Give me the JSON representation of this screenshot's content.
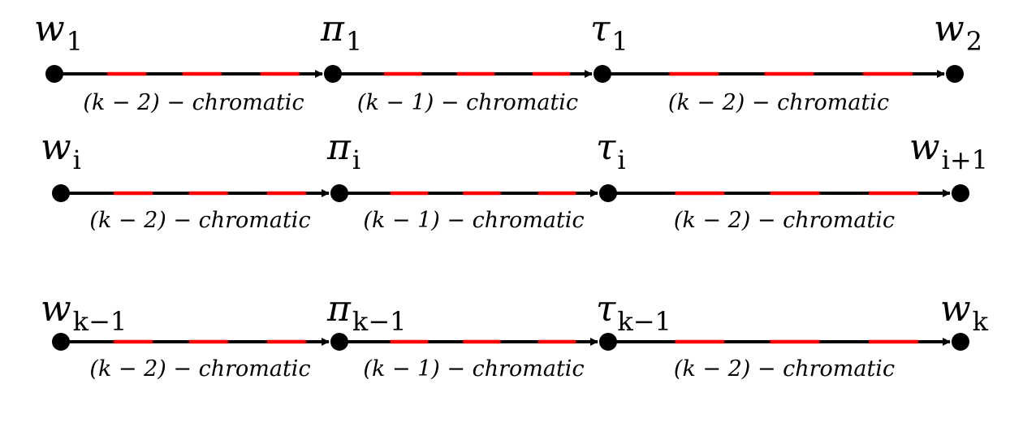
{
  "colors": {
    "line": "#000000",
    "dash": "#ff0000",
    "node": "#000000"
  },
  "rows": [
    {
      "nodes": [
        {
          "base": "w",
          "sub": "1"
        },
        {
          "base": "π",
          "sub": "1"
        },
        {
          "base": "τ",
          "sub": "1"
        },
        {
          "base": "w",
          "sub": "2"
        }
      ],
      "edges": [
        "(k − 2) − chromatic",
        "(k − 1) − chromatic",
        "(k − 2) − chromatic"
      ]
    },
    {
      "nodes": [
        {
          "base": "w",
          "sub": "i"
        },
        {
          "base": "π",
          "sub": "i"
        },
        {
          "base": "τ",
          "sub": "i"
        },
        {
          "base": "w",
          "sub": "i+1"
        }
      ],
      "edges": [
        "(k − 2) − chromatic",
        "(k − 1) − chromatic",
        "(k − 2) − chromatic"
      ]
    },
    {
      "nodes": [
        {
          "base": "w",
          "sub": "k−1"
        },
        {
          "base": "π",
          "sub": "k−1"
        },
        {
          "base": "τ",
          "sub": "k−1"
        },
        {
          "base": "w",
          "sub": "k"
        }
      ],
      "edges": [
        "(k − 2) − chromatic",
        "(k − 1) − chromatic",
        "(k − 2) − chromatic"
      ]
    }
  ]
}
